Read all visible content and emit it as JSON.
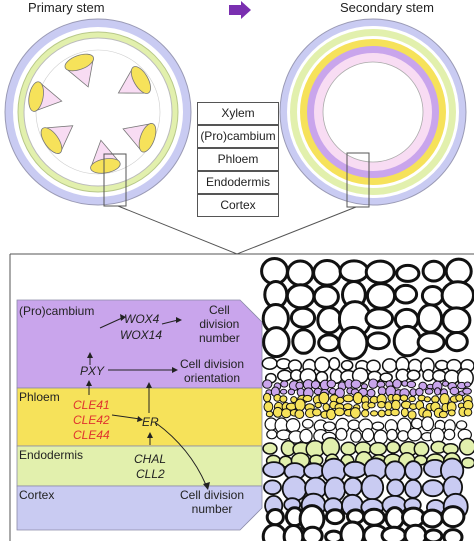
{
  "titles": {
    "primary": "Primary stem",
    "secondary": "Secondary stem"
  },
  "legend": [
    {
      "label": "Xylem",
      "color": "#f8dcf3"
    },
    {
      "label": "(Pro)cambium",
      "color": "#c9a5ec"
    },
    {
      "label": "Phloem",
      "color": "#f6e25a"
    },
    {
      "label": "Endodermis",
      "color": "#e2f0ad"
    },
    {
      "label": "Cortex",
      "color": "#c9cbf2"
    }
  ],
  "colors": {
    "arrow": "#7a2fb0",
    "gene_red": "#e0342f",
    "ring_outline": "#9a9ab5"
  },
  "zoom": {
    "layers": [
      {
        "label": "(Pro)cambium"
      },
      {
        "label": "Phloem"
      },
      {
        "label": "Endodermis"
      },
      {
        "label": "Cortex"
      }
    ],
    "genes": {
      "wox4": "WOX4",
      "wox14": "WOX14",
      "pxy": "PXY",
      "cle41": "CLE41",
      "cle42": "CLE42",
      "cle44": "CLE44",
      "er": "ER",
      "chal": "CHAL",
      "cll2": "CLL2"
    },
    "outcomes": {
      "division_number_1": [
        "Cell",
        "division",
        "number"
      ],
      "division_orientation": [
        "Cell division",
        "orientation"
      ],
      "division_number_2": [
        "Cell division",
        "number"
      ]
    }
  }
}
